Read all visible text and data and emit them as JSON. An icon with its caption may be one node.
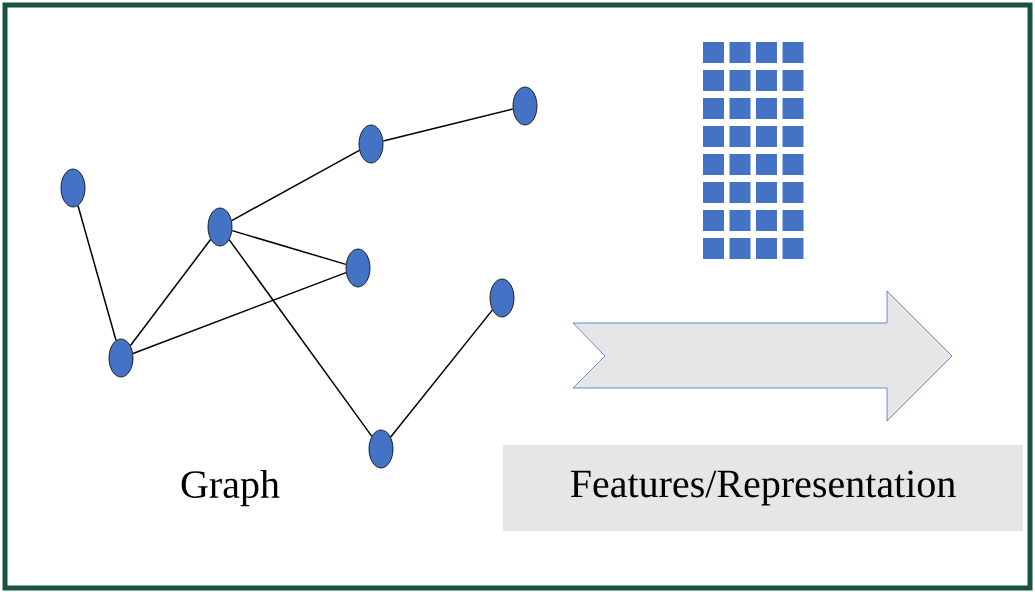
{
  "diagram": {
    "nodes": [
      {
        "text": [],
        "shape": "circle"
      },
      {
        "text": [],
        "shape": "circle"
      },
      {
        "text": [],
        "shape": "circle"
      },
      {
        "text": [],
        "shape": "circle"
      },
      {
        "text": [],
        "shape": "circle"
      },
      {
        "text": [],
        "shape": "circle"
      },
      {
        "text": [],
        "shape": "circle"
      },
      {
        "text": [],
        "shape": "circle"
      },
      {
        "text": [
          "Features/Representation"
        ]
      }
    ],
    "edges": [
      {
        "from": 0,
        "to": 1,
        "arrow": "none"
      },
      {
        "from": 1,
        "to": 2,
        "arrow": "none"
      },
      {
        "from": 1,
        "to": 3,
        "arrow": "none"
      },
      {
        "from": 2,
        "to": 3,
        "arrow": "none"
      },
      {
        "from": 2,
        "to": 4,
        "arrow": "none"
      },
      {
        "from": 4,
        "to": 7,
        "arrow": "none"
      },
      {
        "from": 2,
        "to": 5,
        "arrow": "none"
      },
      {
        "from": 5,
        "to": 6,
        "arrow": "none"
      }
    ],
    "labels": [
      "Graph"
    ]
  }
}
